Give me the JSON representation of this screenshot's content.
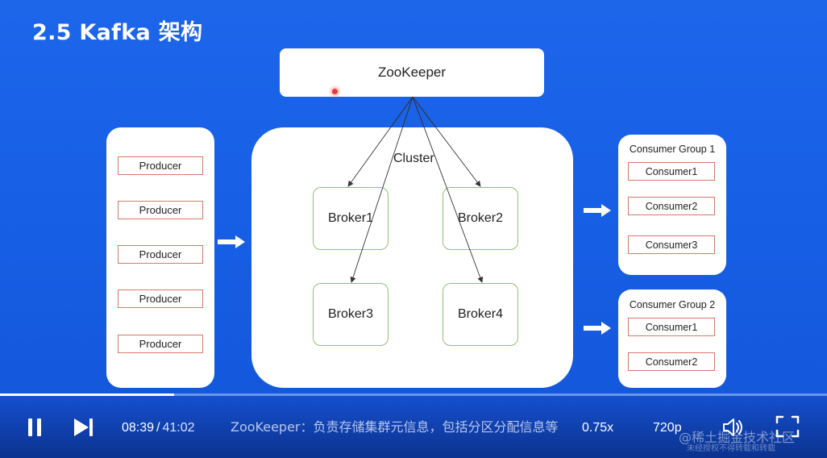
{
  "slide": {
    "title": "2.5 Kafka 架构",
    "zookeeper_label": "ZooKeeper",
    "cluster_label": "Cluster",
    "producers": [
      "Producer",
      "Producer",
      "Producer",
      "Producer",
      "Producer"
    ],
    "brokers": [
      "Broker1",
      "Broker2",
      "Broker3",
      "Broker4"
    ],
    "consumer_groups": [
      {
        "title": "Consumer Group 1",
        "consumers": [
          "Consumer1",
          "Consumer2",
          "Consumer3"
        ]
      },
      {
        "title": "Consumer Group 2",
        "consumers": [
          "Consumer1",
          "Consumer2"
        ]
      }
    ]
  },
  "player": {
    "current_time": "08:39",
    "time_separator": "/",
    "duration": "41:02",
    "subtitle": "ZooKeeper：负责存储集群元信息，包括分区分配信息等",
    "speed": "0.75x",
    "quality": "720p",
    "progress_fraction": 0.2107,
    "watermark": "@稀土掘金技术社区",
    "watermark_sub": "未经授权不得转载和转载"
  },
  "colors": {
    "background": "#1a5ee0",
    "producer_border": "#d9776a",
    "broker_border": "#8ec27a"
  }
}
